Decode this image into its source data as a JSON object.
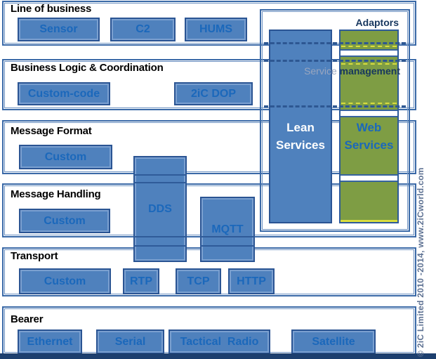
{
  "diagram": {
    "rows": [
      {
        "title": "Line of business",
        "boxes": [
          {
            "label": "Sensor"
          },
          {
            "label": "C2"
          },
          {
            "label": "HUMS"
          }
        ]
      },
      {
        "title": "Business Logic & Coordination",
        "boxes": [
          {
            "label": "Custom-code"
          },
          {
            "label": "2iC DOP"
          }
        ]
      },
      {
        "title": "Message Format",
        "boxes": [
          {
            "label": "Custom"
          }
        ]
      },
      {
        "title": "Message Handling",
        "boxes": [
          {
            "label": "Custom"
          }
        ]
      },
      {
        "title": "Transport",
        "boxes": [
          {
            "label": "Custom"
          },
          {
            "label": "RTP"
          },
          {
            "label": "TCP"
          },
          {
            "label": "HTTP"
          }
        ]
      },
      {
        "title": "Bearer",
        "boxes": [
          {
            "label": "Ethernet"
          },
          {
            "label": "Serial"
          },
          {
            "label": "Tactical  Radio"
          },
          {
            "label": "Satellite"
          }
        ]
      }
    ],
    "middleware": {
      "dds": "DDS",
      "mqtt": "MQTT"
    },
    "services": {
      "lean": "Lean Services",
      "web": "Web Services",
      "adaptors": "Adaptors",
      "service_management": {
        "prefix": "Service ",
        "suffix": "management"
      }
    },
    "watermark": "© 2iC Limited 2010 -2014, www.2iCworld.com",
    "colors": {
      "box_fill": "#4f81bd",
      "box_border": "#2a5493",
      "label_text": "#1b68bb",
      "row_border": "#3a69a7",
      "green_fill": "#7e9d44",
      "navy_text": "#17375e",
      "yellow_dash": "#d9dd3e",
      "watermark_text": "#5e7293",
      "bottom_bar": "#1d3f6e"
    }
  }
}
